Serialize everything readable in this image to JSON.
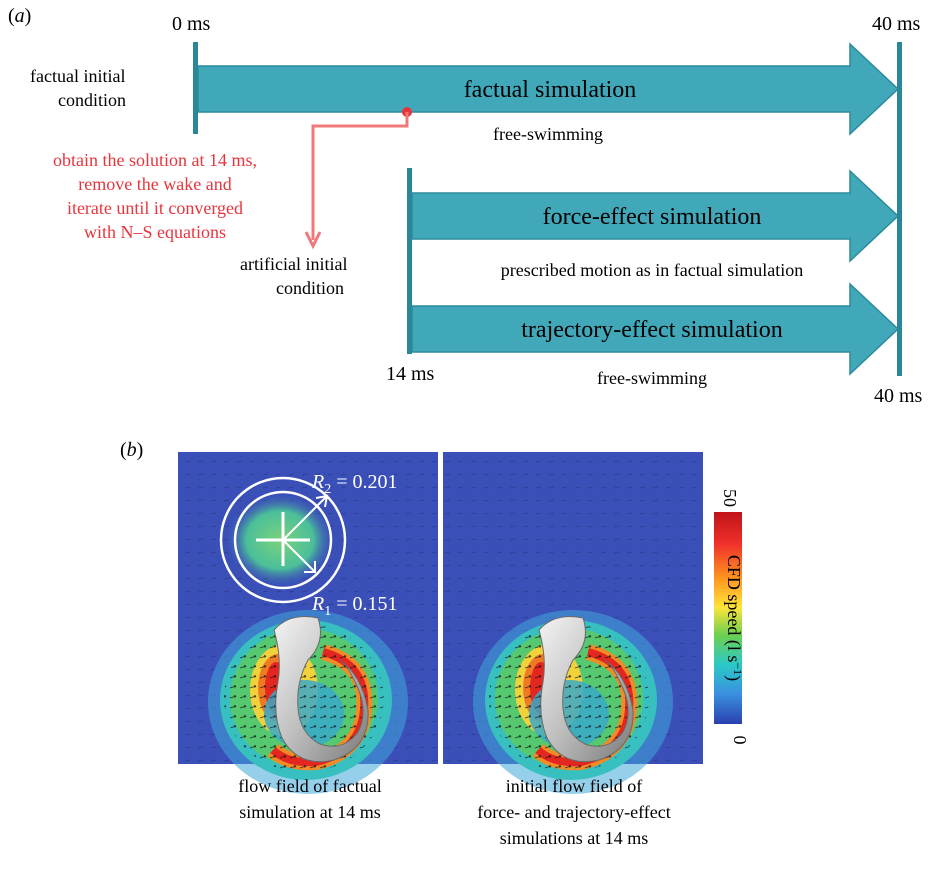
{
  "panel_a": {
    "label_prefix": "(",
    "label_letter": "a",
    "label_suffix": ")",
    "time_start": "0 ms",
    "time_end_top": "40 ms",
    "time_mid": "14 ms",
    "time_end_bottom": "40 ms",
    "factual_ic_line1": "factual initial",
    "factual_ic_line2": "condition",
    "factual_arrow_label": "factual simulation",
    "factual_sublabel": "free-swimming",
    "note_line1": "obtain the solution at 14 ms,",
    "note_line2": "remove the wake and",
    "note_line3": "iterate until it converged",
    "note_line4": "with N–S equations",
    "artificial_ic_line1": "artificial initial",
    "artificial_ic_line2": "condition",
    "force_arrow_label": "force-effect simulation",
    "force_sublabel": "prescribed motion as in factual simulation",
    "trajectory_arrow_label": "trajectory-effect simulation",
    "trajectory_sublabel": "free-swimming"
  },
  "panel_b": {
    "label_prefix": "(",
    "label_letter": "b",
    "label_suffix": ")",
    "r2_symbol": "R",
    "r2_subscript": "2",
    "r2_value": " = 0.201",
    "r1_symbol": "R",
    "r1_subscript": "1",
    "r1_value": " = 0.151",
    "colorbar_max": "50",
    "colorbar_min": "0",
    "colorbar_title": "CFD speed (l s",
    "colorbar_title_sup": "−1",
    "colorbar_title_end": ")",
    "caption_left_line1": "flow field of factual",
    "caption_left_line2": "simulation at 14 ms",
    "caption_right_line1": "initial flow field of",
    "caption_right_line2": "force- and trajectory-effect",
    "caption_right_line3": "simulations at 14 ms"
  },
  "colors": {
    "arrow_fill": "#41a8ba",
    "arrow_stroke": "#2d8a9c",
    "timeline": "#2a8797",
    "annotation_red": "#e8353d",
    "connector": "#f07878",
    "field_background": "#3a4fb8"
  }
}
